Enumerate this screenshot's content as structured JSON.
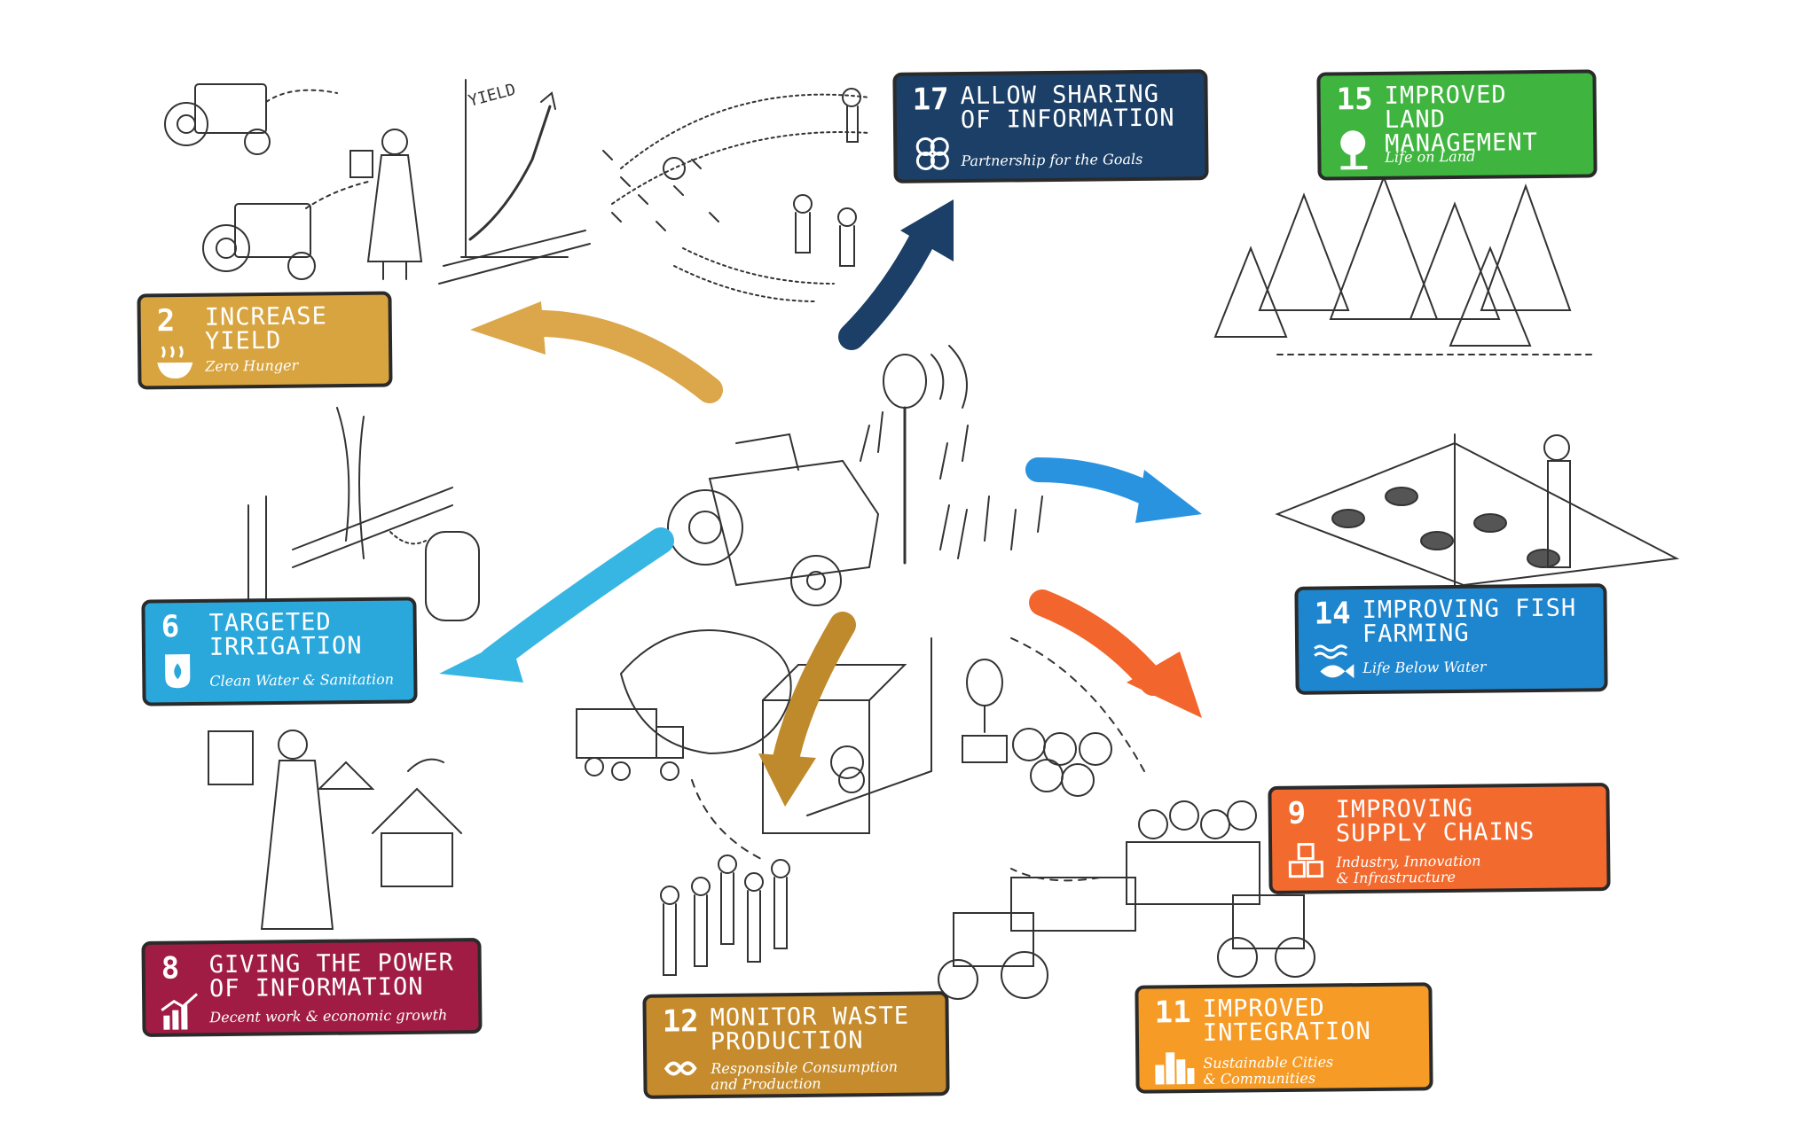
{
  "cards": {
    "sdg17": {
      "num": "17",
      "title": "ALLOW SHARING\nOF INFORMATION",
      "sub": "Partnership for the Goals",
      "color": "#1b3f66"
    },
    "sdg15": {
      "num": "15",
      "title": "IMPROVED LAND\nMANAGEMENT",
      "sub": "Life on Land",
      "color": "#3fb53f"
    },
    "sdg2": {
      "num": "2",
      "title": "INCREASE YIELD",
      "sub": "Zero Hunger",
      "color": "#d8a440"
    },
    "sdg6": {
      "num": "6",
      "title": "TARGETED\nIRRIGATION",
      "sub": "Clean Water & Sanitation",
      "color": "#2aa8dc"
    },
    "sdg14": {
      "num": "14",
      "title": "IMPROVING FISH\nFARMING",
      "sub": "Life Below Water",
      "color": "#1e86cf"
    },
    "sdg9": {
      "num": "9",
      "title": "IMPROVING\nSUPPLY CHAINS",
      "sub": "Industry, Innovation\n& Infrastructure",
      "color": "#f26a2e"
    },
    "sdg8": {
      "num": "8",
      "title": "GIVING THE POWER\nOF INFORMATION",
      "sub": "Decent work & economic growth",
      "color": "#a01c44"
    },
    "sdg12": {
      "num": "12",
      "title": "MONITOR WASTE\nPRODUCTION",
      "sub": "Responsible Consumption\nand Production",
      "color": "#c58b2c"
    },
    "sdg11": {
      "num": "11",
      "title": "IMPROVED\nINTEGRATION",
      "sub": "Sustainable Cities\n& Communities",
      "color": "#f59b26"
    }
  },
  "sketch": {
    "yield_label": "YIELD"
  },
  "arrows": {
    "to_sdg2": "#dca64a",
    "to_sdg17": "#1b3f66",
    "to_sdg14": "#2a93e0",
    "to_sdg6": "#38b6e3",
    "to_sdg12": "#bf8a2c",
    "to_sdg9": "#f2652c"
  },
  "icons": {
    "sdg17": "partnership-icon",
    "sdg15": "tree-icon",
    "sdg2": "bowl-icon",
    "sdg6": "water-drop-icon",
    "sdg14": "fish-icon",
    "sdg9": "cubes-icon",
    "sdg8": "growth-chart-icon",
    "sdg12": "infinity-icon",
    "sdg11": "city-icon"
  }
}
